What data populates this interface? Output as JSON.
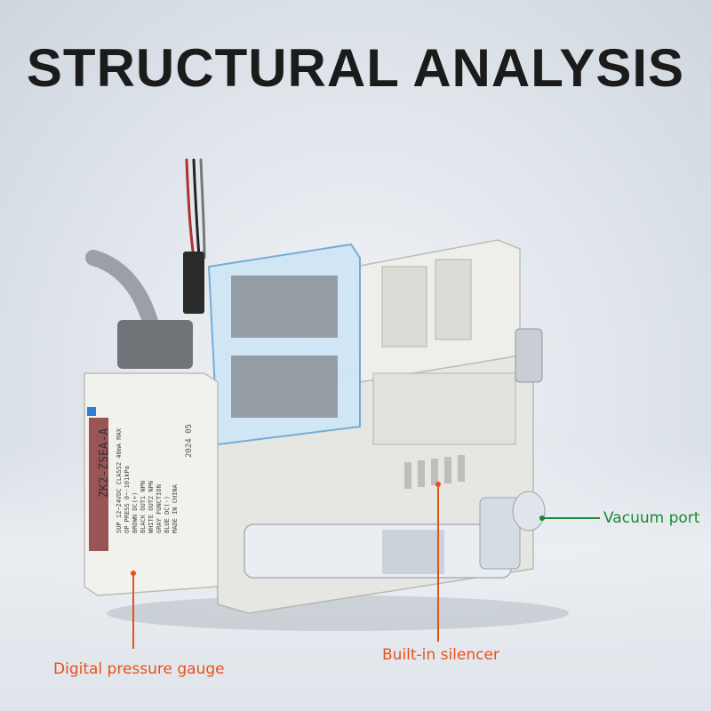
{
  "title": "STRUCTURAL ANALYSIS",
  "labels": {
    "vacuum_port": "Vacuum port",
    "built_in_silencer": "Built-in silencer",
    "digital_pressure_gauge": "Digital pressure gauge"
  },
  "gauge_text": {
    "model": "ZK2-ZSEA-A",
    "date": "2024 05",
    "specs": [
      "SUP 12~24VDC CLASS2 40mA MAX",
      "OP PRESS  0~-101kPa",
      "BROWN   DC(+)",
      "BLACK   OUT1 NPN",
      "WHITE   OUT2 NPN",
      "GRAY    FUNCTION",
      "BLUE    DC(-)",
      "MADE IN CHINA"
    ]
  },
  "colors": {
    "vacuum_label": "#1a8a2e",
    "silencer_label": "#e8501c",
    "gauge_label": "#e8501c"
  }
}
